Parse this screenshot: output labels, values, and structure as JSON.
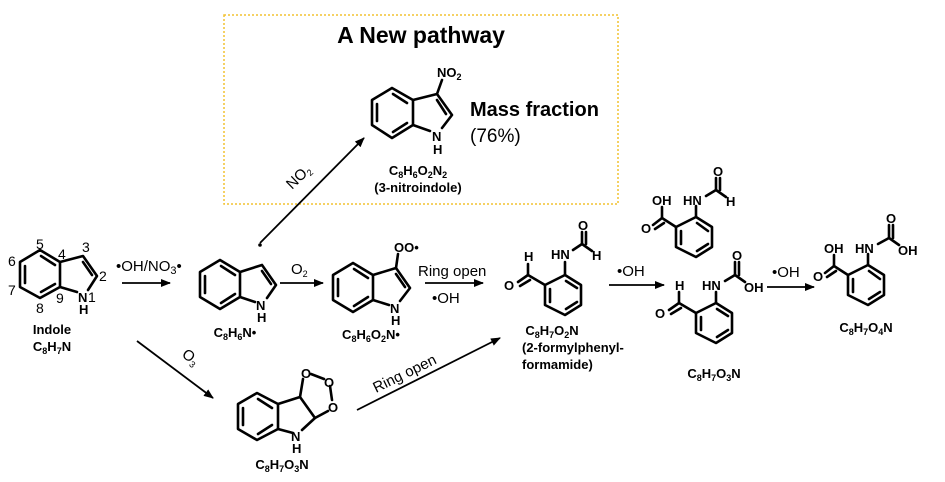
{
  "highlight_box": {
    "title": "A New pathway",
    "mass_fraction_label": "Mass fraction",
    "mass_fraction_value": "(76%)",
    "border_color": "#f2c230"
  },
  "compounds": {
    "indole": {
      "name": "Indole",
      "formula": [
        "C",
        "8",
        "H",
        "7",
        "N"
      ],
      "numbering": [
        "1",
        "2",
        "3",
        "4",
        "5",
        "6",
        "7",
        "8",
        "9"
      ]
    },
    "indolyl_radical": {
      "formula": [
        "C",
        "8",
        "H",
        "6",
        "N•"
      ]
    },
    "peroxy_radical": {
      "formula": [
        "C",
        "8",
        "H",
        "6",
        "O",
        "2",
        "N•"
      ],
      "substituent": "OO•"
    },
    "nitroindole": {
      "formula": [
        "C",
        "8",
        "H",
        "6",
        "O",
        "2",
        "N",
        "2"
      ],
      "name": "(3-nitroindole)",
      "substituent": "NO2"
    },
    "ozonide": {
      "formula": [
        "C",
        "8",
        "H",
        "7",
        "O",
        "3",
        "N"
      ]
    },
    "formylphenylformamide": {
      "formula": [
        "C",
        "8",
        "H",
        "7",
        "O",
        "2",
        "N"
      ],
      "name_line1": "(2-formylphenyl-",
      "name_line2": "formamide)"
    },
    "c8h7o3n": {
      "formula": [
        "C",
        "8",
        "H",
        "7",
        "O",
        "3",
        "N"
      ]
    },
    "c8h7o4n": {
      "formula": [
        "C",
        "8",
        "H",
        "7",
        "O",
        "4",
        "N"
      ]
    }
  },
  "arrows": {
    "oh_no3": "•OH/NO3•",
    "no2": "NO2",
    "o2": "O2",
    "ring_open_top": "Ring open",
    "oh_under_ring_open": "•OH",
    "o3": "O3",
    "ring_open_bottom": "Ring open",
    "oh_step1": "•OH",
    "oh_step2": "•OH"
  },
  "atoms": {
    "N": "N",
    "H": "H",
    "O": "O",
    "OH": "OH",
    "HN": "HN",
    "dot": "•"
  }
}
